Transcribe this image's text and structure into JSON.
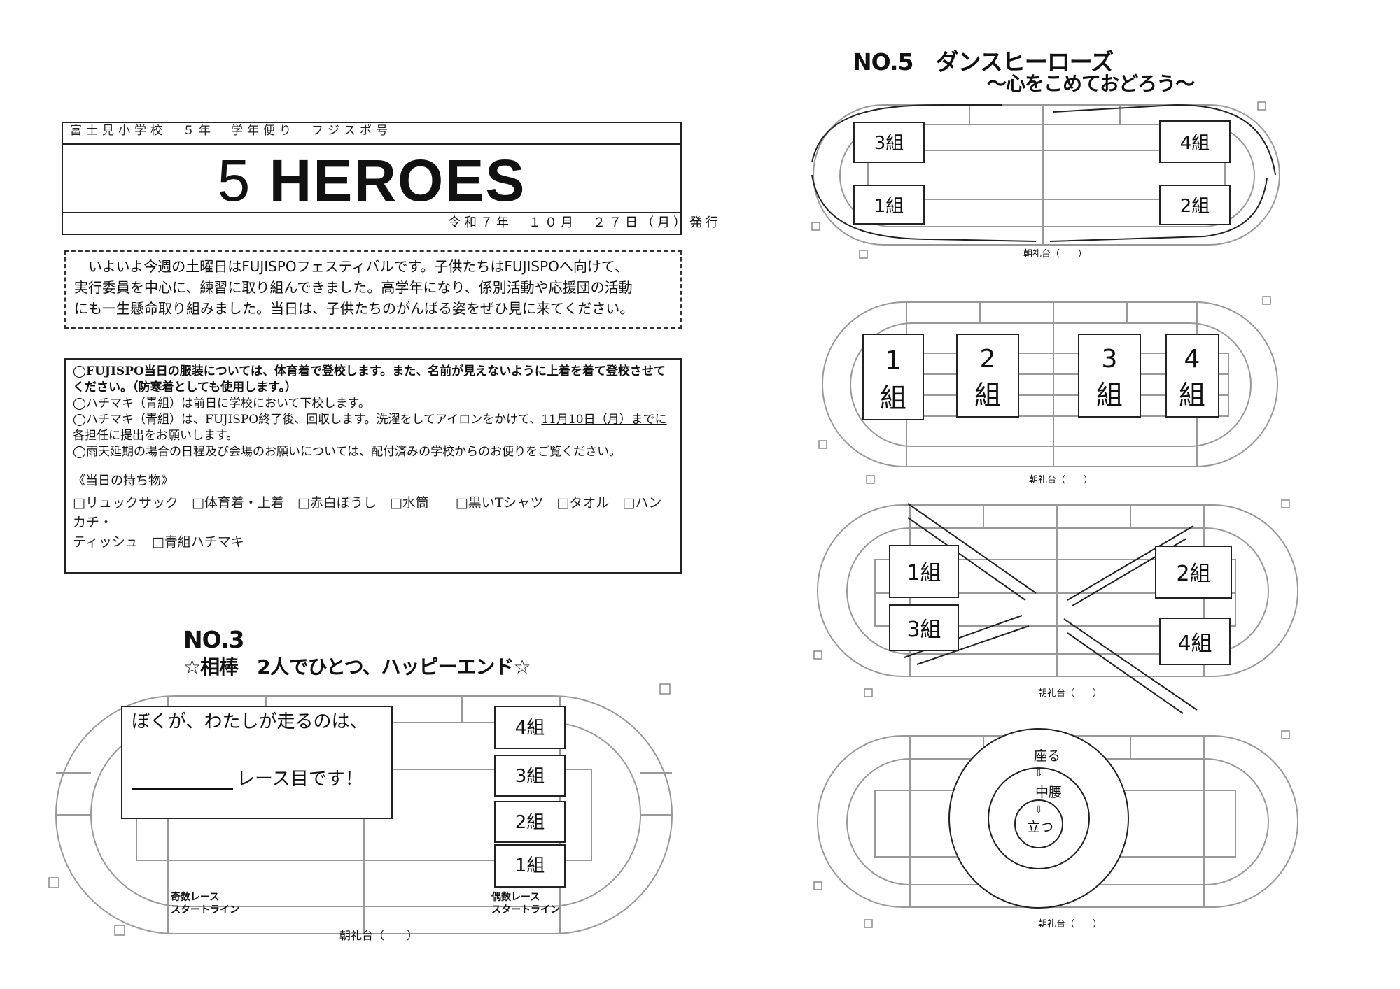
{
  "header": {
    "school_line": "富士見小学校　５年　学年便り　フジスポ号",
    "title_num": "5",
    "title_word": "HEROES",
    "issue_date": "令和７年　１０月　２７日（月）発行"
  },
  "intro": {
    "line1": "　いよいよ今週の土曜日はFUJISPOフェスティバルです。子供たちはFUJISPOへ向けて、",
    "line2": "実行委員を中心に、練習に取り組んできました。高学年になり、係別活動や応援団の活動",
    "line3": "にも一生懸命取り組みました。当日は、子供たちのがんばる姿をぜひ見に来てください。"
  },
  "notice": {
    "p1": "◯FUJISPO当日の服装については、体育着で登校します。また、名前が見えないように上着を着て登校させてください。（防寒着としても使用します。）",
    "p2": "◯ハチマキ（青組）は前日に学校において下校します。",
    "p3a": "◯ハチマキ（青組）は、FUJISPO終了後、回収します。洗濯をしてアイロンをかけて、",
    "p3u": "11月10日（月）までに",
    "p3b": "各担任に提出をお願いします。",
    "p4": "◯雨天延期の場合の日程及び会場のお願いについては、配付済みの学校からのお便りをご覧ください。",
    "belongings_title": "《当日の持ち物》",
    "belongings_line1": "□リュックサック　□体育着・上着　□赤白ぼうし　□水筒　　□黒いTシャツ　□タオル　□ハンカチ・",
    "belongings_line2": "ティッシュ　□青組ハチマキ"
  },
  "no3": {
    "heading": "NO.3",
    "subtitle": "☆相棒　2人でひとつ、ハッピーエンド☆",
    "bubble_line1": "ぼくが、わたしが走るのは、",
    "bubble_line2": "レース目です！",
    "teams": [
      "4組",
      "3組",
      "2組",
      "1組"
    ],
    "odd_line1": "奇数レース",
    "odd_line2": "スタートライン",
    "even_line1": "偶数レース",
    "even_line2": "スタートライン",
    "stage": "朝礼台（　　）"
  },
  "no5": {
    "heading": "NO.5　ダンスヒーローズ",
    "subtitle": "～心をこめておどろう～",
    "d1": {
      "t1": "3組",
      "t2": "4組",
      "t3": "1組",
      "t4": "2組",
      "stage": "朝礼台（　　）"
    },
    "d2": {
      "col1a": "1",
      "col1b": "組",
      "col2a": "2",
      "col2b": "組",
      "col3a": "3",
      "col3b": "組",
      "col4a": "4",
      "col4b": "組",
      "stage": "朝礼台（　　）"
    },
    "d3": {
      "t1": "1組",
      "t2": "2組",
      "t3": "3組",
      "t4": "4組",
      "stage": "朝礼台（　　）"
    },
    "d4": {
      "sit": "座る",
      "arrow1": "⇩",
      "mid": "中腰",
      "arrow2": "⇩",
      "stand": "立つ",
      "stage": "朝礼台（　　）"
    }
  }
}
